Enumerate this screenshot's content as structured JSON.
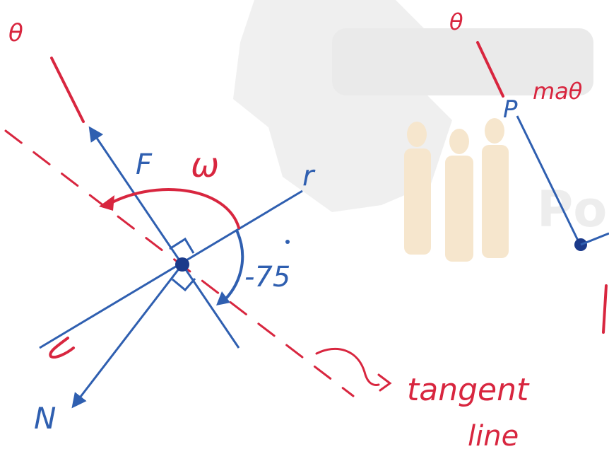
{
  "colors": {
    "red": "#d8263f",
    "blue": "#2f5fb0",
    "navy": "#1b3a8a",
    "watermark_gray": "#e6e6e6",
    "watermark_tan": "#f6e4c8"
  },
  "labels": {
    "theta_left": "θ",
    "theta_right": "θ",
    "F": "F",
    "omega": "ω",
    "r": "r",
    "angle": "-75",
    "N": "N",
    "tangent": "tangent",
    "line": "line",
    "max_label": "maθ",
    "P": "P"
  },
  "watermark": {
    "text": "Pol"
  }
}
